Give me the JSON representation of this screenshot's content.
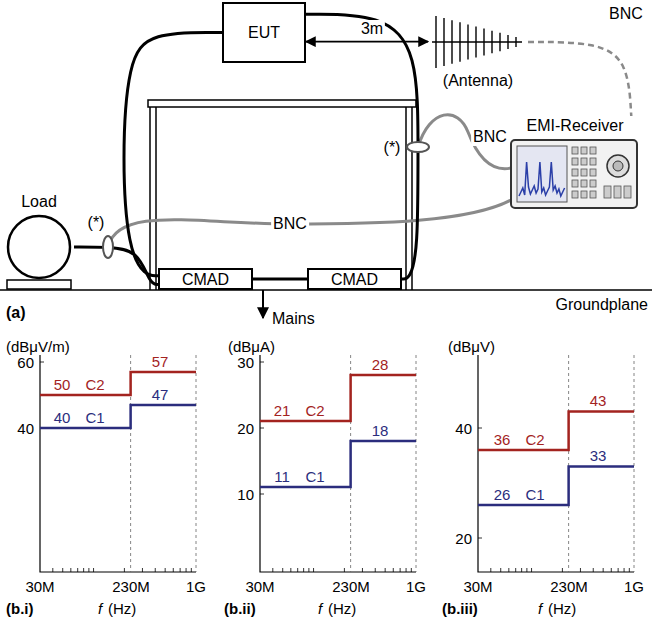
{
  "diagram": {
    "nodes": [
      {
        "text": [
          "EUT"
        ]
      },
      {
        "text": [
          "Load"
        ]
      },
      {
        "text": [
          "CMAD"
        ]
      },
      {
        "text": [
          "CMAD"
        ]
      },
      {
        "text": [
          "EMI-Receiver"
        ]
      },
      {
        "text": [
          "(Antenna)"
        ]
      }
    ],
    "edges": [
      {
        "from": 0,
        "to": 5,
        "arrow": "both",
        "label": "3m"
      },
      {
        "from": 5,
        "to": 4,
        "arrow": "none",
        "label": "BNC"
      },
      {
        "from": 0,
        "to": 2,
        "arrow": "none"
      },
      {
        "from": 2,
        "to": 3,
        "arrow": "none"
      },
      {
        "from": 0,
        "to": 3,
        "arrow": "none"
      },
      {
        "from": 1,
        "to": 2,
        "arrow": "none"
      }
    ],
    "labels": [
      "(*)",
      "BNC",
      "(*)",
      "BNC",
      "Groundplane",
      "(a)",
      "Mains",
      "(dBμV/m)",
      "60",
      "40",
      "50",
      "C2",
      "57",
      "40",
      "C1",
      "47",
      "30M",
      "230M",
      "1G",
      "(b.i)",
      "f",
      "(Hz)",
      "(dBμA)",
      "30",
      "20",
      "10",
      "21",
      "C2",
      "28",
      "11",
      "C1",
      "18",
      "30M",
      "230M",
      "1G",
      "(b.ii)",
      "f",
      "(Hz)",
      "(dBμV)",
      "40",
      "20",
      "36",
      "C2",
      "43",
      "26",
      "C1",
      "33",
      "30M",
      "230M",
      "1G",
      "(b.iii)",
      "f",
      "(Hz)"
    ]
  }
}
